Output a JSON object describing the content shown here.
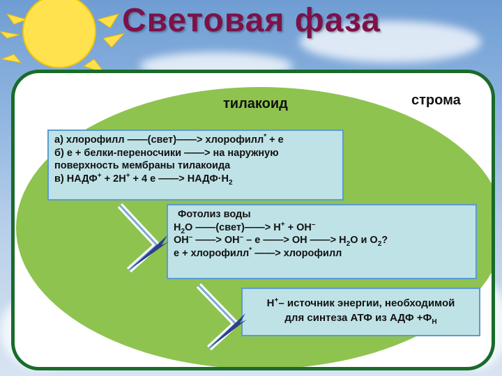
{
  "title": "Световая фаза",
  "labels": {
    "thylakoid": "тилакоид",
    "stroma": "строма"
  },
  "box_a": {
    "line1": {
      "pre": "а) хлорофилл ——(свет)——> хлорофилл",
      "sup": "*",
      "post": " + е"
    },
    "line2": "б) е + белки-переносчики ——> на наружную",
    "line3": "поверхность мембраны тилакоида",
    "line4": {
      "pre": "в) НАДФ",
      "s1": "+",
      "m1": " + 2Н",
      "s2": "+",
      "m2": " + 4 е ——> НАДФ·Н",
      "sub": "2"
    }
  },
  "box_b": {
    "heading": "Фотолиз воды",
    "line1": {
      "a": "Н",
      "sub": "2",
      "b": "О ——(свет)——> Н",
      "s1": "+",
      "c": " + ОН",
      "s2": "–"
    },
    "line2": {
      "a": "ОН",
      "s1": "–",
      "b": " ——> ОН",
      "s2": "–",
      "c": " – е ——> ОН ——> Н",
      "sub1": "2",
      "d": "О и О",
      "sub2": "2",
      "e": "?"
    },
    "line3": {
      "a": "е + хлорофилл",
      "sup": "*",
      "b": " ——> хлорофилл"
    }
  },
  "box_c": {
    "line1": {
      "a": "Н",
      "sup": "+",
      "b": "– источник энергии, необходимой"
    },
    "line2": {
      "a": "для синтеза АТФ из АДФ +Ф",
      "sub": "Н"
    }
  },
  "colors": {
    "title": "#7b1248",
    "border": "#1a6b2a",
    "ellipse": "#8ec34f",
    "box_fill": "#bfe2e6",
    "box_border": "#5b9bd0",
    "sun": "#ffe04a"
  }
}
